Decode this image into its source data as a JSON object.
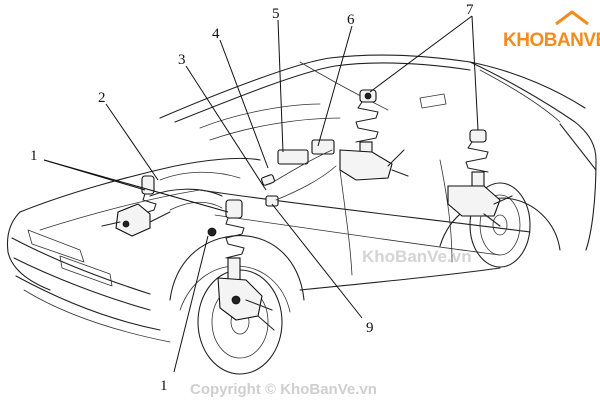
{
  "logo": {
    "text": "KHOBANVE",
    "icon": "house-roof-icon",
    "color": "#f28c1f"
  },
  "watermark": {
    "text": "KhoBanVe.vn"
  },
  "copyright": {
    "text": "Copyright © KhoBanVe.vn",
    "icon": "copyright-icon"
  },
  "callouts": [
    {
      "id": "c1a",
      "text": "1"
    },
    {
      "id": "c1b",
      "text": "1"
    },
    {
      "id": "c2",
      "text": "2"
    },
    {
      "id": "c3",
      "text": "3"
    },
    {
      "id": "c4",
      "text": "4"
    },
    {
      "id": "c5",
      "text": "5"
    },
    {
      "id": "c6",
      "text": "6"
    },
    {
      "id": "c7",
      "text": "7"
    },
    {
      "id": "c9",
      "text": "9"
    }
  ]
}
